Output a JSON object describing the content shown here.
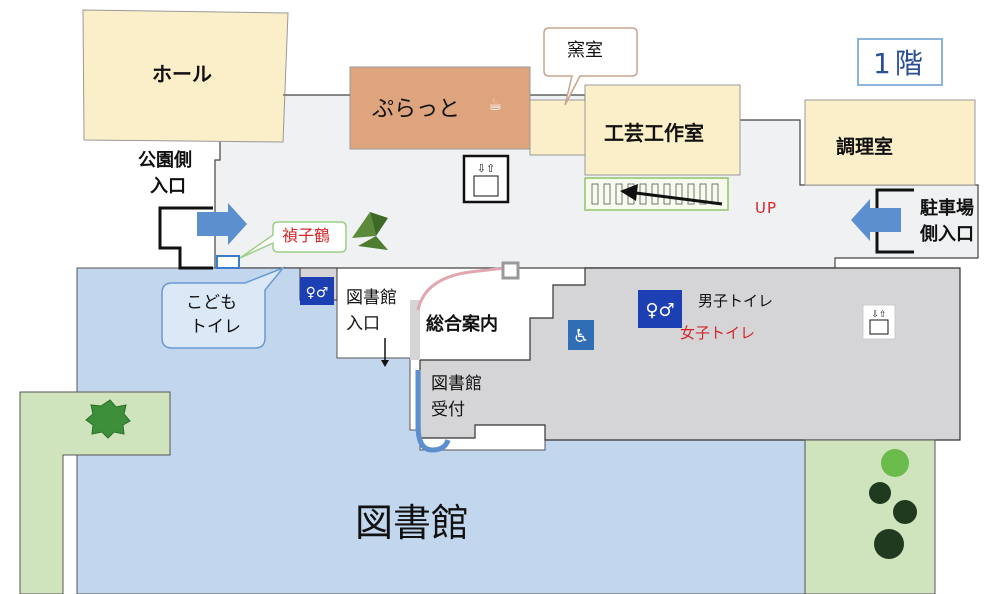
{
  "floor_badge": "1階",
  "rooms": {
    "hall": "ホール",
    "cafe": "ぷらっと",
    "kiln": "窯室",
    "craft": "工芸工作室",
    "cooking": "調理室",
    "library": "図書館",
    "info": "総合案内"
  },
  "entrances": {
    "park_line1": "公園側",
    "park_line2": "入口",
    "parking_line1": "駐車場",
    "parking_line2": "側入口",
    "library_line1": "図書館",
    "library_line2": "入口"
  },
  "facilities": {
    "crane": "禎子鶴",
    "kids_toilet_line1": "こども",
    "kids_toilet_line2": "トイレ",
    "mens_toilet": "男子トイレ",
    "womens_toilet": "女子トイレ",
    "library_desk_line1": "図書館",
    "library_desk_line2": "受付",
    "stairs_up": "UP"
  },
  "colors": {
    "hall": "#fbefc9",
    "cafe": "#dea47e",
    "corridor": "#f0f1f2",
    "library": "#c2d6ee",
    "service": "#d5d5d8",
    "garden": "#cfe3bd",
    "arrow": "#5b8fce",
    "accent_red": "#d3262a",
    "accessible": "#2f6db5"
  }
}
